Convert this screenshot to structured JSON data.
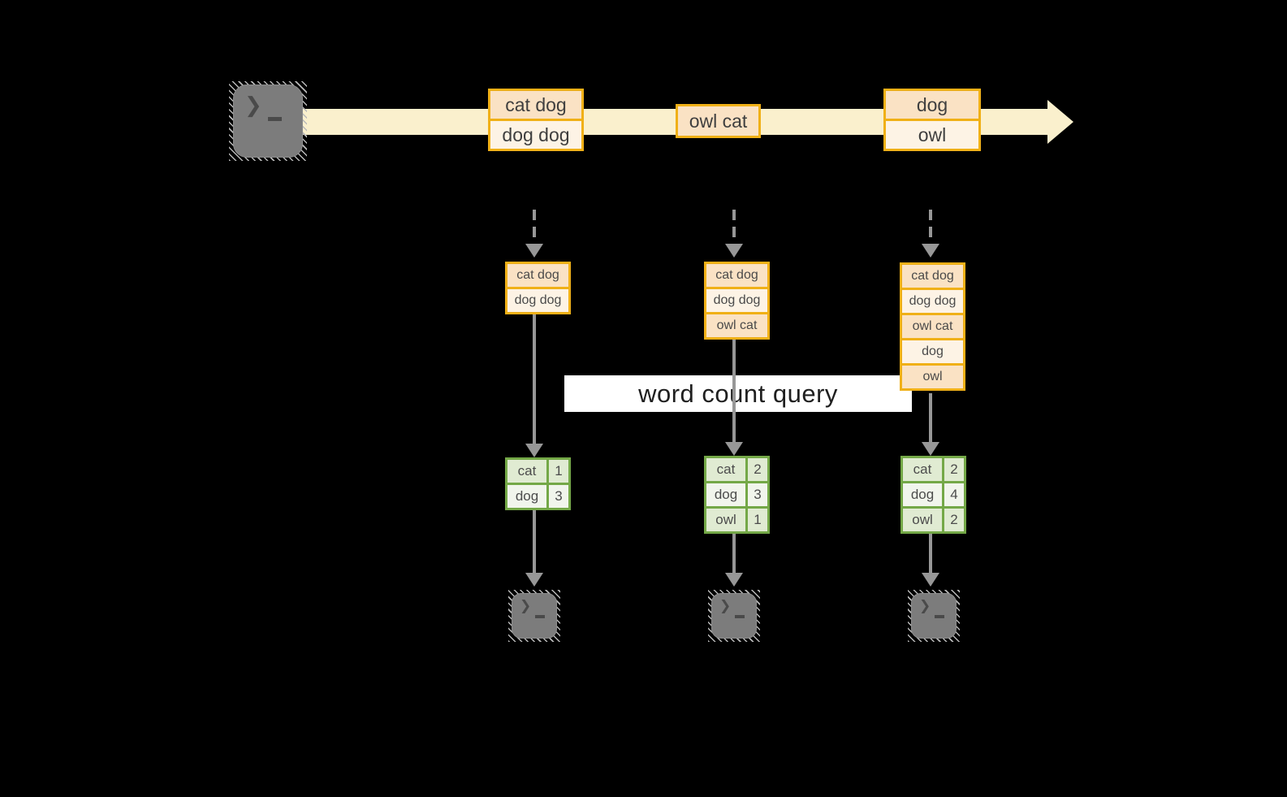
{
  "label": "word count query",
  "terminal_prompt": "❯",
  "stream": {
    "description": "input stream arrow"
  },
  "columns": [
    {
      "batch": [
        "cat dog",
        "dog dog"
      ],
      "state": [
        "cat dog",
        "dog dog"
      ],
      "counts": [
        {
          "word": "cat",
          "count": "1"
        },
        {
          "word": "dog",
          "count": "3"
        }
      ]
    },
    {
      "batch": [
        "owl cat"
      ],
      "state": [
        "cat dog",
        "dog dog",
        "owl cat"
      ],
      "counts": [
        {
          "word": "cat",
          "count": "2"
        },
        {
          "word": "dog",
          "count": "3"
        },
        {
          "word": "owl",
          "count": "1"
        }
      ]
    },
    {
      "batch": [
        "dog",
        "owl"
      ],
      "state": [
        "cat dog",
        "dog dog",
        "owl cat",
        "dog",
        "owl"
      ],
      "counts": [
        {
          "word": "cat",
          "count": "2"
        },
        {
          "word": "dog",
          "count": "4"
        },
        {
          "word": "owl",
          "count": "2"
        }
      ]
    }
  ],
  "colors": {
    "background": "#000000",
    "stream_fill": "#faf0cd",
    "batch_border": "#f0b017",
    "batch_fill_dark": "#fae2c4",
    "batch_fill_light": "#fdf3e5",
    "table_border": "#74a847",
    "table_fill_dark": "#e0ebd2",
    "table_fill_light": "#f1f5ec",
    "arrow_gray": "#979797",
    "terminal_gray": "#7c7c7c",
    "label_background": "#ffffff"
  }
}
